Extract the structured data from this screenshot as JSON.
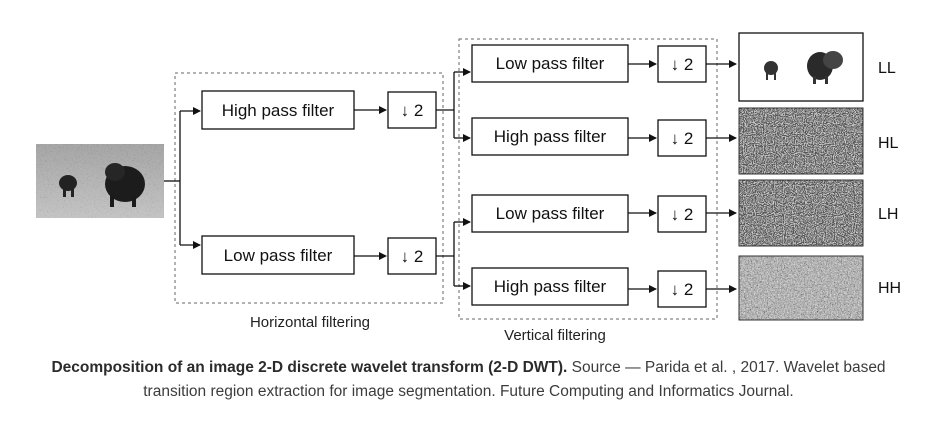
{
  "diagram": {
    "input_image": {
      "name": "bison",
      "desc": "grayscale photo of two bison in a field"
    },
    "horizontal": {
      "group_label": "Horizontal filtering",
      "high_pass": "High pass filter",
      "low_pass": "Low pass filter",
      "downsample": "↓ 2"
    },
    "vertical": {
      "group_label": "Vertical filtering",
      "filters": [
        {
          "label": "Low pass filter",
          "downsample": "↓ 2"
        },
        {
          "label": "High pass filter",
          "downsample": "↓ 2"
        },
        {
          "label": "Low pass filter",
          "downsample": "↓ 2"
        },
        {
          "label": "High pass filter",
          "downsample": "↓ 2"
        }
      ]
    },
    "outputs": [
      {
        "label": "LL"
      },
      {
        "label": "HL"
      },
      {
        "label": "LH"
      },
      {
        "label": "HH"
      }
    ]
  },
  "caption": {
    "bold": "Decomposition of an image 2-D discrete wavelet transform (2-D DWT).",
    "text": " Source — Parida et al. , 2017. Wavelet based transition region extraction for image segmentation. Future Computing and Informatics Journal."
  }
}
